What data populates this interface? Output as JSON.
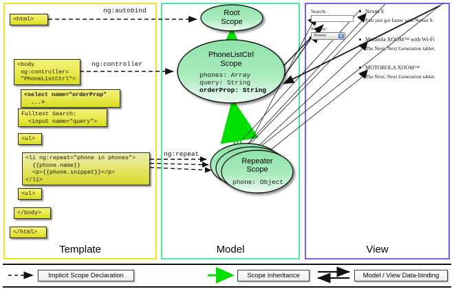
{
  "panels": [
    {
      "id": "template",
      "label": "Template",
      "border_color": "#f2e61d"
    },
    {
      "id": "model",
      "label": "Model",
      "border_color": "#4ceaa0"
    },
    {
      "id": "view",
      "label": "View",
      "border_color": "#7a5cf0"
    }
  ],
  "template": {
    "boxes": [
      {
        "name": "html-open-tag",
        "text": "<html>"
      },
      {
        "name": "body-controller",
        "text": "<body\n ng:controller=\n \"PhoneListCtrl\">"
      },
      {
        "name": "select-orderprop",
        "text": "<select name=\"orderProp\"\n  ...>"
      },
      {
        "name": "fulltext-search",
        "text": "Fulltext Search:\n  <input name=\"query\">"
      },
      {
        "name": "ul-open-tag",
        "text": "<ul>"
      },
      {
        "name": "li-ng-repeat",
        "text": "<li ng:repeat=\"phone in phones\">\n  {{phone.name}}\n  <p>{{phone.snippet}}</p>\n</li>"
      },
      {
        "name": "ul-close-tag",
        "text": "<ul>"
      },
      {
        "name": "body-close-tag",
        "text": "</body>"
      },
      {
        "name": "html-close-tag",
        "text": "</html>"
      }
    ]
  },
  "edge_labels": {
    "autobind": "ng:autobind",
    "controller": "ng:controller",
    "repeat": "ng:repeat"
  },
  "model": {
    "scopes": [
      {
        "name": "root-scope",
        "title_lines": [
          "Root",
          "Scope"
        ],
        "props": []
      },
      {
        "name": "phonelistctrl-scope",
        "title_lines": [
          "PhoneListCtrl",
          "Scope"
        ],
        "props": [
          {
            "text": "phones: Array",
            "bold": false
          },
          {
            "text": "query: String",
            "bold": false
          },
          {
            "text": "orderProp: String",
            "bold": true
          }
        ]
      },
      {
        "name": "repeater-scope",
        "title_lines": [
          "Repeater",
          "Scope"
        ],
        "props": [
          {
            "text": "phone: Object",
            "bold": false
          }
        ]
      }
    ],
    "scope_fill_top": "#9fe8b6",
    "scope_fill_bottom": "#e8f7ec"
  },
  "view": {
    "search_label": "Search:",
    "search_value": "",
    "sort_label": "Sort by:",
    "sort_selected": "Newest",
    "sort_options": [
      "Newest"
    ],
    "phones": [
      {
        "name": "Nexus S",
        "snippet": "Fast just got faster with Nexus S."
      },
      {
        "name": "Motorola XOOM™ with Wi-Fi",
        "snippet": "The Next, Next Generation tablet."
      },
      {
        "name": "MOTOROLA XOOM™",
        "snippet": "The Next, Next Generation tablet."
      }
    ]
  },
  "legend": [
    {
      "name": "implicit-scope-declaration",
      "label": "Implicit Scope Declaration",
      "style": "dashed-arrow",
      "color": "#111111"
    },
    {
      "name": "scope-inheritance",
      "label": "Scope Inheritance",
      "style": "green-arrow",
      "color": "#00e000"
    },
    {
      "name": "model-view-databinding",
      "label": "Model / View Data-binding",
      "style": "double-arrow",
      "color": "#111111"
    }
  ]
}
